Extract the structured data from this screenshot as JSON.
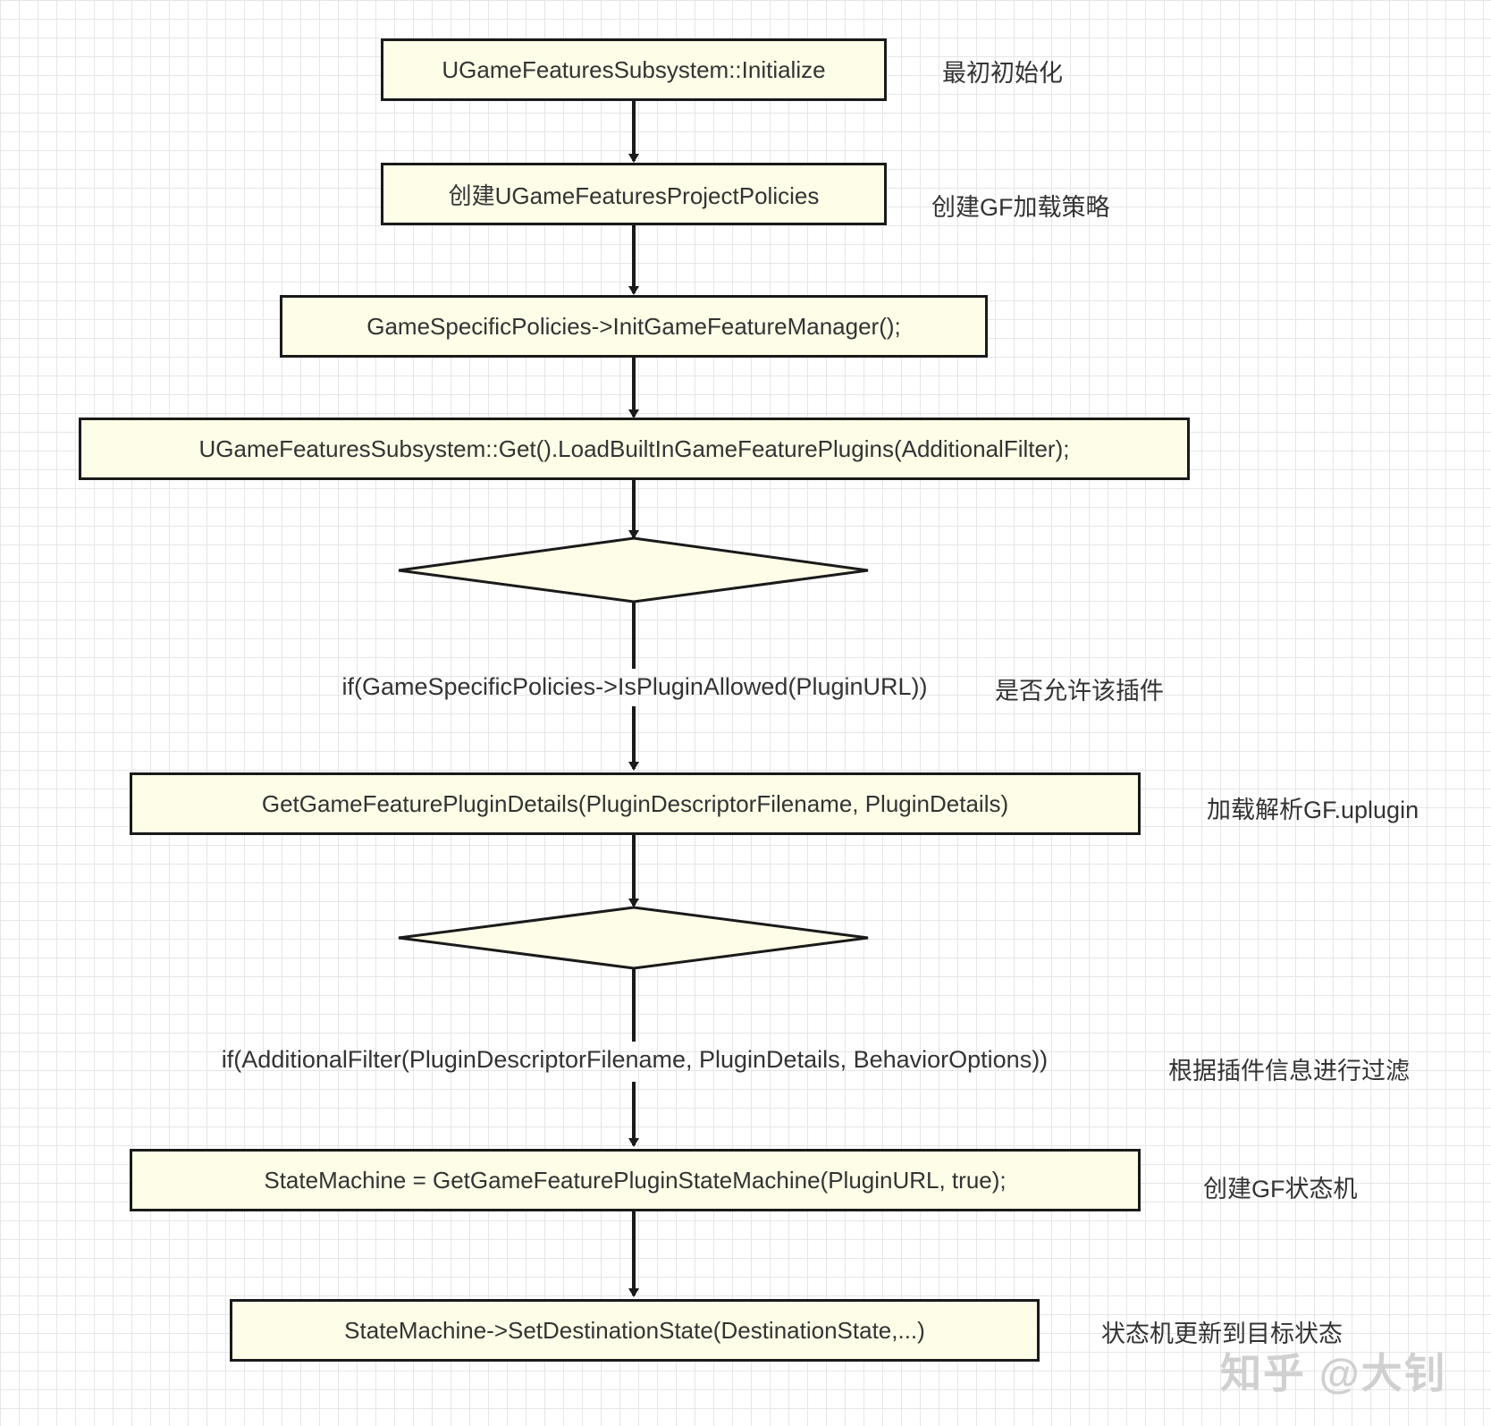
{
  "steps": [
    {
      "text": "UGameFeaturesSubsystem::Initialize",
      "note": "最初初始化"
    },
    {
      "text": "创建UGameFeaturesProjectPolicies",
      "note": "创建GF加载策略"
    },
    {
      "text": "GameSpecificPolicies->InitGameFeatureManager();",
      "note": ""
    },
    {
      "text": "UGameFeaturesSubsystem::Get().LoadBuiltInGameFeaturePlugins(AdditionalFilter);",
      "note": ""
    },
    {
      "text": "GetGameFeaturePluginDetails(PluginDescriptorFilename, PluginDetails)",
      "note": "加载解析GF.uplugin"
    },
    {
      "text": "StateMachine = GetGameFeaturePluginStateMachine(PluginURL, true);",
      "note": "创建GF状态机"
    },
    {
      "text": "StateMachine->SetDestinationState(DestinationState,...)",
      "note": "状态机更新到目标状态"
    }
  ],
  "decisions": [
    {
      "condition": "if(GameSpecificPolicies->IsPluginAllowed(PluginURL))",
      "note": "是否允许该插件"
    },
    {
      "condition": "if(AdditionalFilter(PluginDescriptorFilename, PluginDetails, BehaviorOptions))",
      "note": "根据插件信息进行过滤"
    }
  ],
  "watermark": "知乎 @大钊",
  "colors": {
    "node_fill": "#fdfde8",
    "stroke": "#1a1a1a",
    "grid": "#e6e6e6"
  }
}
